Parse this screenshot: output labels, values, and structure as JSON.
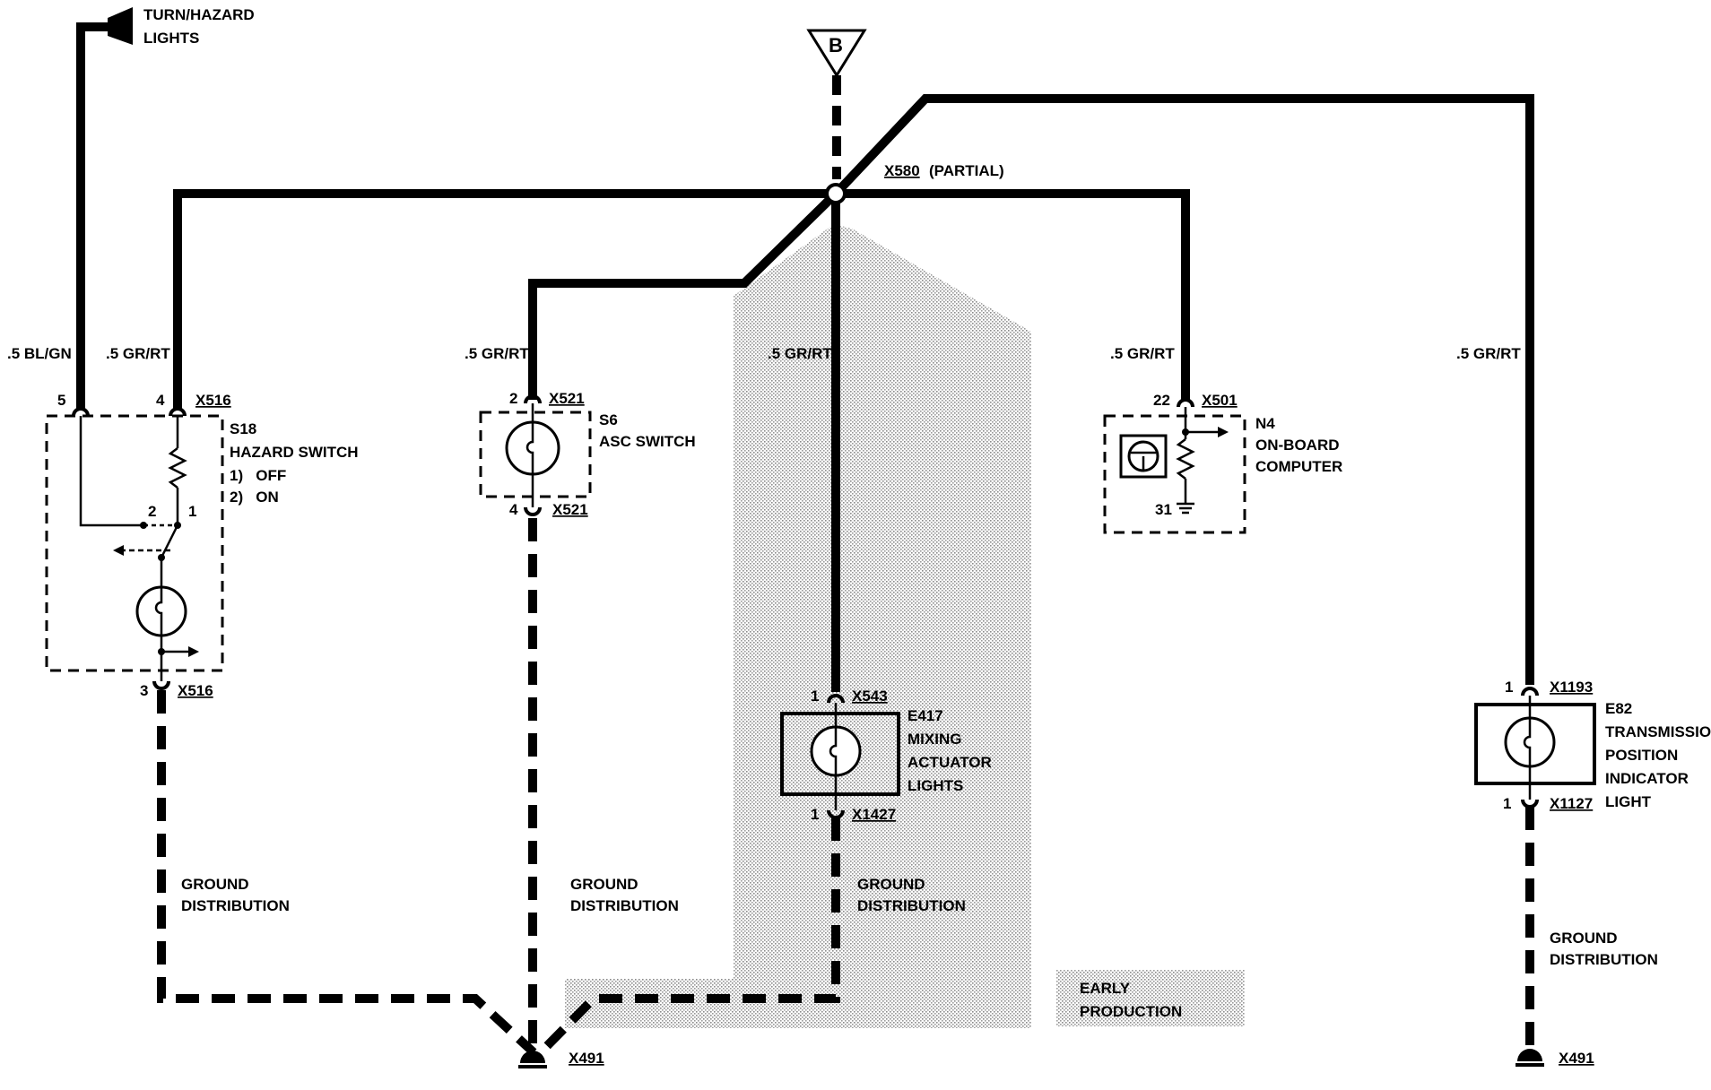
{
  "top": {
    "turn_hazard": [
      "TURN/HAZARD",
      "LIGHTS"
    ],
    "b_label": "B",
    "splice": "X580",
    "splice_note": "(PARTIAL)"
  },
  "wires": {
    "w1": ".5 BL/GN",
    "w2": ".5 GR/RT",
    "w3": ".5 GR/RT",
    "w4": ".5 GR/RT",
    "w5": ".5 GR/RT",
    "w6": ".5 GR/RT"
  },
  "s18": {
    "pin5": "5",
    "pin4": "4",
    "conn_top": "X516",
    "name": "S18",
    "title": "HAZARD SWITCH",
    "pos1": "1)   OFF",
    "pos2": "2)   ON",
    "sw2": "2",
    "sw1": "1",
    "pin3": "3",
    "conn_bottom": "X516"
  },
  "s6": {
    "pin2": "2",
    "conn_top": "X521",
    "name": "S6",
    "title": "ASC SWITCH",
    "pin4": "4",
    "conn_bottom": "X521"
  },
  "e417": {
    "pin1_top": "1",
    "conn_top": "X543",
    "lines": [
      "E417",
      "MIXING",
      "ACTUATOR",
      "LIGHTS"
    ],
    "pin1_bottom": "1",
    "conn_bottom": "X1427"
  },
  "n4": {
    "pin22": "22",
    "conn_top": "X501",
    "lines": [
      "N4",
      "ON-BOARD",
      "COMPUTER"
    ],
    "pin31": "31"
  },
  "e82": {
    "pin1_top": "1",
    "conn_top": "X1193",
    "lines": [
      "E82",
      "TRANSMISSION",
      "POSITION",
      "INDICATOR",
      "LIGHT"
    ],
    "pin1_bottom": "1",
    "conn_bottom": "X1127"
  },
  "ground": {
    "label1": [
      "GROUND",
      "DISTRIBUTION"
    ],
    "label2": [
      "GROUND",
      "DISTRIBUTION"
    ],
    "label3": [
      "GROUND",
      "DISTRIBUTION"
    ],
    "label4": [
      "GROUND",
      "DISTRIBUTION"
    ],
    "x491_left": "X491",
    "x491_right": "X491"
  },
  "legend": {
    "early_production": [
      "EARLY",
      "PRODUCTION"
    ]
  }
}
